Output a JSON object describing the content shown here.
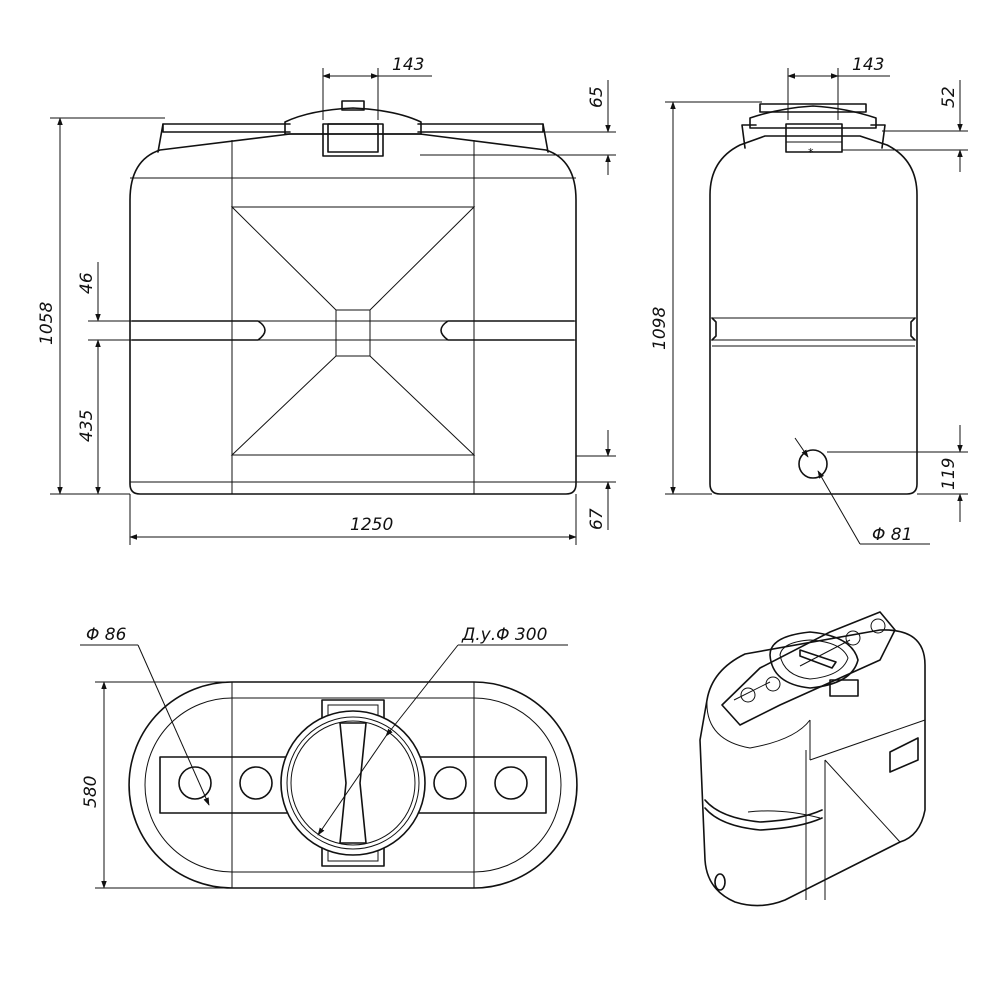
{
  "views": {
    "front": {
      "top_flange": "143",
      "top_right": "65",
      "height": "1058",
      "band_height": "46",
      "band_offset": "435",
      "base_height": "67",
      "length": "1250"
    },
    "side": {
      "top_flange": "143",
      "top_right": "52",
      "height": "1098",
      "outlet_height": "119",
      "outlet_diameter": "Φ 81"
    },
    "top": {
      "port_diameter": "Φ 86",
      "hatch_diameter": "Д.у.Φ 300",
      "width": "580"
    }
  },
  "colors": {
    "line": "#111111",
    "background": "#ffffff"
  }
}
